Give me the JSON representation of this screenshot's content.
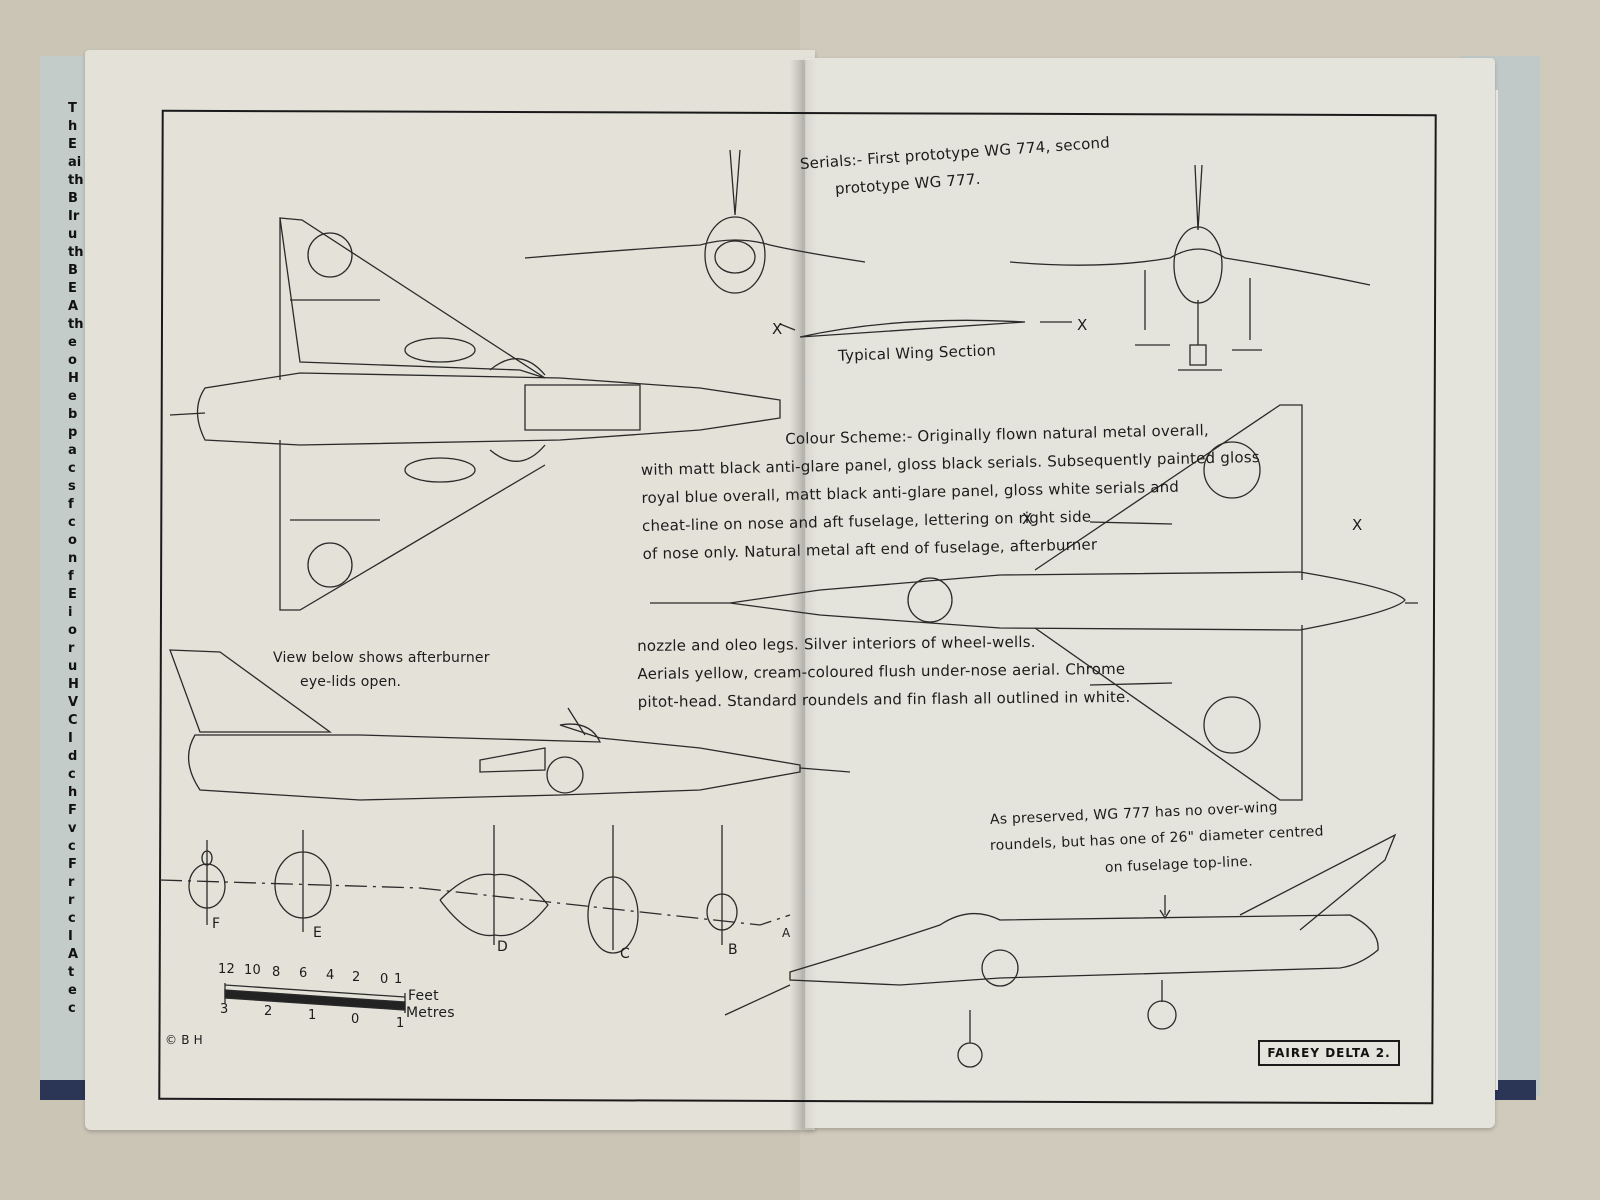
{
  "book": {
    "jacket_spine_letters": [
      "Th",
      "E",
      "ai",
      "th",
      "B",
      "Ir",
      "u",
      "th",
      "B",
      "E",
      "A",
      "th",
      "e",
      "o",
      "H",
      "e",
      "b",
      "p",
      "a",
      "c",
      "s",
      "f",
      "c",
      "o",
      "n",
      "f",
      "E",
      "i",
      "o",
      "r",
      "u",
      "H",
      "V",
      "C",
      "I",
      "d",
      "c",
      "h",
      "F",
      "v",
      "c",
      "F",
      "r",
      "r",
      "c",
      "I",
      "A",
      "t",
      "e",
      "c"
    ]
  },
  "drawing": {
    "title_box": "FAIREY DELTA 2.",
    "copyright": "© B H",
    "serials_note": {
      "line1": "Serials:- First prototype WG 774, second",
      "line2": "prototype WG 777."
    },
    "wing_section": {
      "label": "Typical Wing Section",
      "marker_left": "X",
      "marker_right": "X"
    },
    "plan_markers": {
      "left": "X",
      "right": "X"
    },
    "colour_scheme": {
      "lines": [
        "Colour Scheme:- Originally  flown natural metal overall,",
        "with matt black anti-glare panel, gloss black serials. Subsequently painted gloss",
        "royal blue overall, matt black anti-glare panel, gloss white serials  and",
        "cheat-line on nose and aft fuselage, lettering on right side",
        "of  nose only. Natural metal aft end of fuselage, afterburner"
      ],
      "continuation": [
        "nozzle and oleo legs. Silver interiors of wheel-wells.",
        "Aerials yellow, cream-coloured flush under-nose aerial. Chrome",
        "pitot-head. Standard roundels and fin flash  all outlined in white."
      ]
    },
    "afterburner_note": {
      "line1": "View below shows afterburner",
      "line2": "eye-lids open."
    },
    "preserved_note": {
      "line1": "As preserved, WG 777 has no over-wing",
      "line2": "roundels, but has one of 26\" diameter centred",
      "line3": "on fuselage top-line."
    },
    "sections": [
      "F",
      "E",
      "D",
      "C",
      "B",
      "A"
    ],
    "scale_bar": {
      "feet_ticks": [
        "12",
        "10",
        "8",
        "6",
        "4",
        "2",
        "0",
        "1"
      ],
      "metre_ticks": [
        "3",
        "2",
        "1",
        "0",
        "1"
      ],
      "feet_label": "Feet",
      "metres_label": "Metres"
    }
  }
}
